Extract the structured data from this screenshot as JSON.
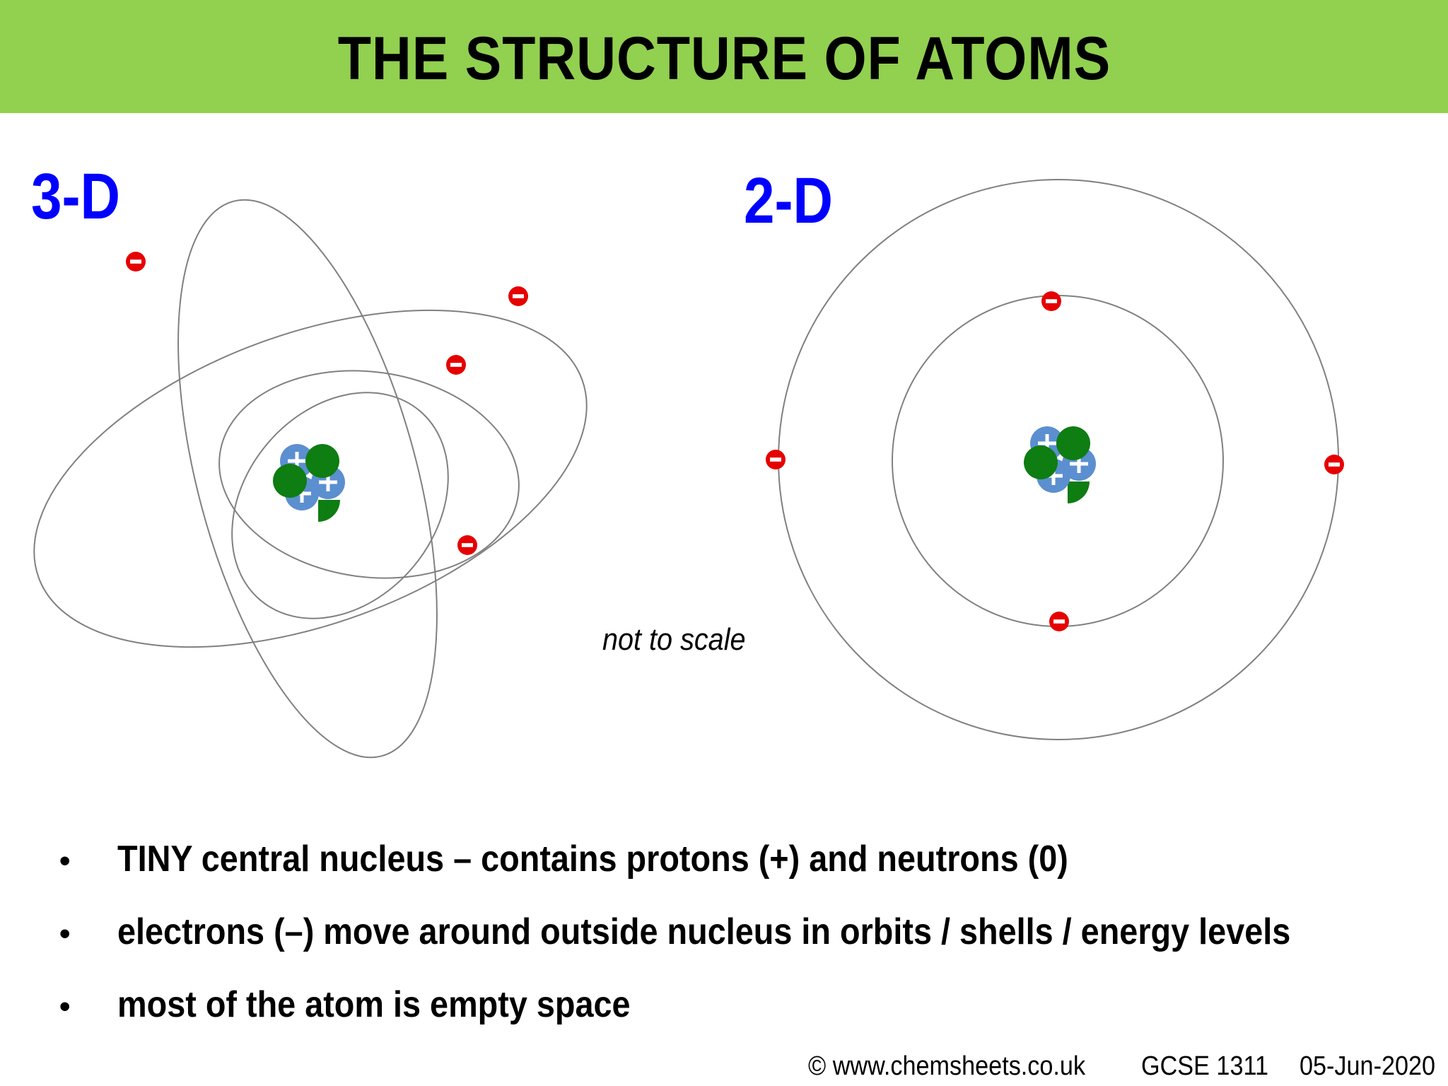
{
  "title": "THE STRUCTURE OF ATOMS",
  "diagrams": {
    "label_3d": "3-D",
    "label_2d": "2-D",
    "caption": "not to scale"
  },
  "bullets": [
    "TINY central nucleus – contains protons (+) and neutrons (0)",
    "electrons (–) move around outside nucleus in orbits / shells / energy levels",
    "most of the atom is empty space"
  ],
  "footer": {
    "copyright": "© www.chemsheets.co.uk",
    "code": "GCSE 1311",
    "date": "05-Jun-2020"
  },
  "colors": {
    "title_bar": "#92d050",
    "heading_blue": "#0000ff",
    "proton": "#5b8fd0",
    "neutron": "#0e7d12",
    "electron": "#e60000",
    "orbit": "#808080"
  },
  "icons": {
    "proton": "plus-sign",
    "electron": "minus-sign"
  }
}
